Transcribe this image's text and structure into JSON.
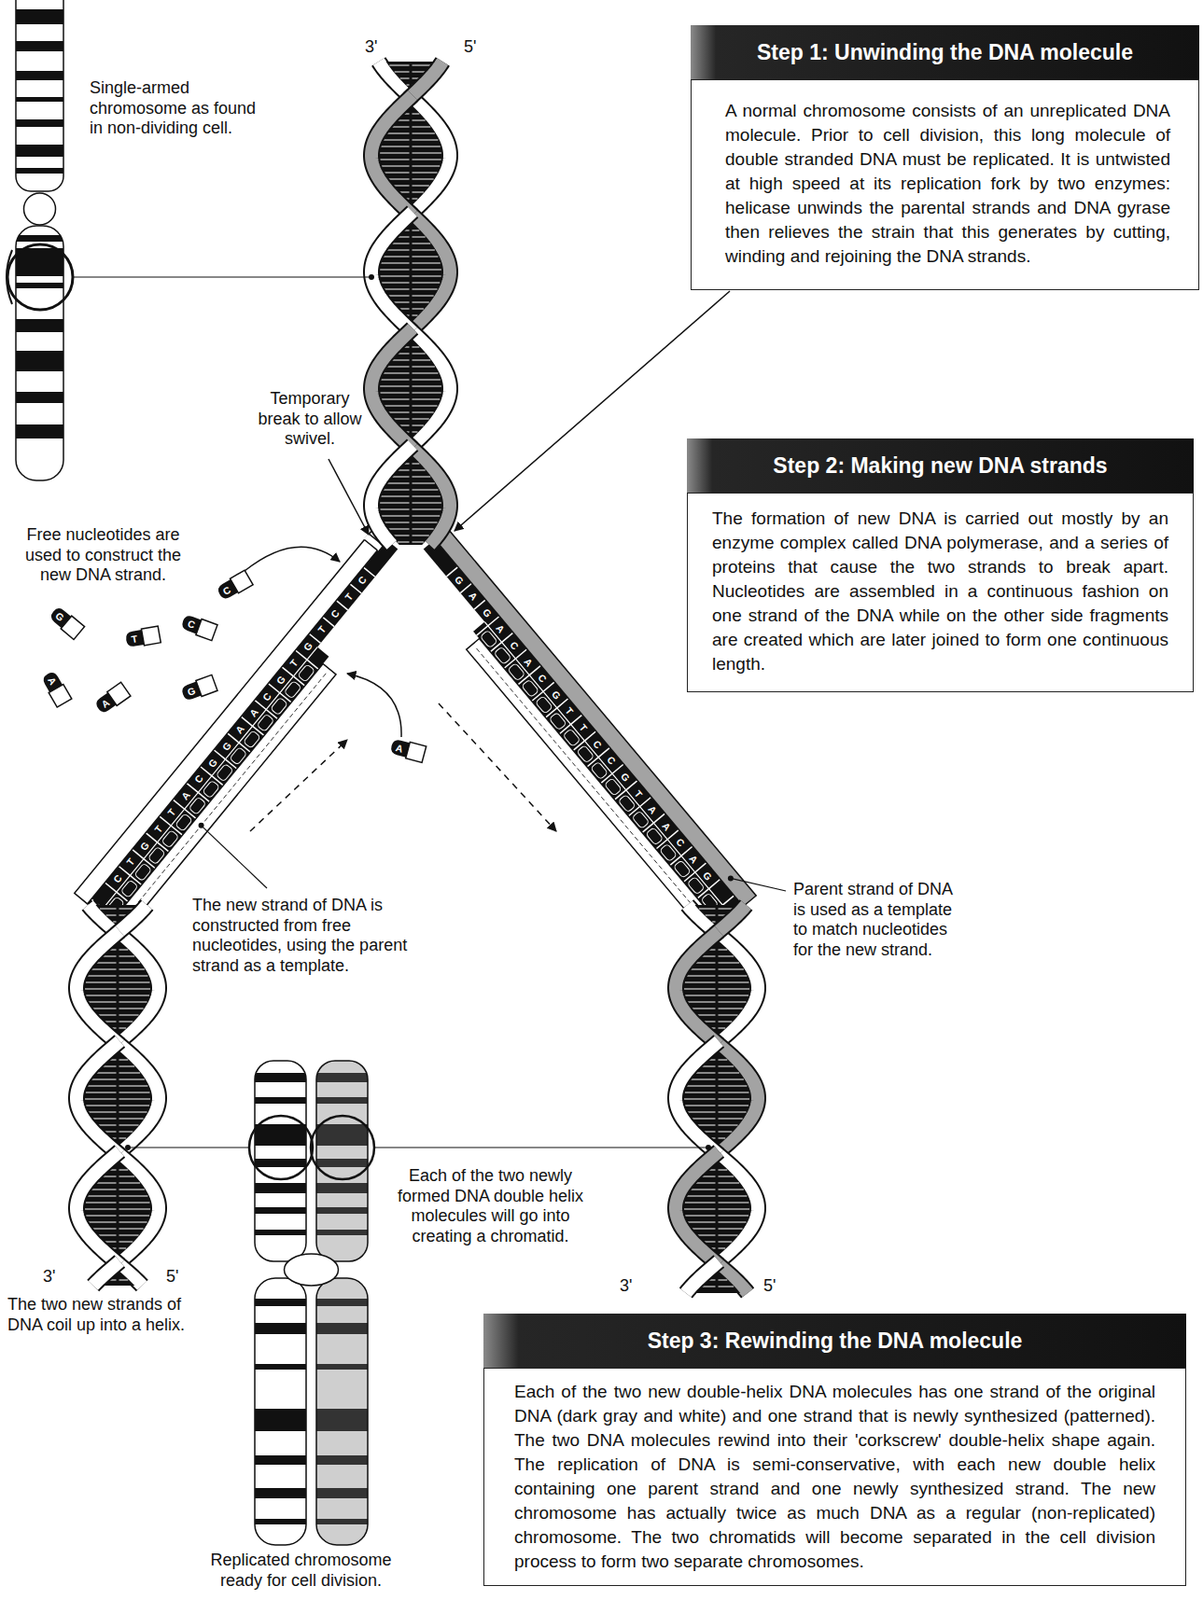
{
  "diagram": {
    "nodes": [
      {
        "text": [
          "Step 1: Unwinding the DNA molecule",
          "A normal chromosome consists of an unreplicated DNA molecule. Prior to cell division, this long molecule of double stranded DNA must be replicated. It is untwisted at high speed at its replication fork by two enzymes: helicase unwinds the parental strands and DNA gyrase then relieves the strain that this generates by cutting, winding and rejoining the DNA strands."
        ]
      },
      {
        "text": [
          "Step 2: Making new DNA strands",
          "The formation of new DNA is carried out mostly by an enzyme complex called DNA polymerase, and a series of proteins that cause the two strands to break apart. Nucleotides are assembled in a continuous fashion on one strand of the DNA while on the other side fragments are created which are later joined to form one continuous length."
        ]
      },
      {
        "text": [
          "Step 3: Rewinding the DNA molecule",
          "Each of the two new double-helix DNA molecules has one strand of the original DNA (dark gray and white) and one strand that is newly synthesized (patterned). The two DNA molecules rewind into their 'corkscrew' double-helix shape again. The replication of DNA is semi-conservative, with each new double helix containing one parent strand and one newly synthesized strand. The new chromosome has actually twice as much DNA as a regular (non-replicated) chromosome. The two chromatids will become separated in the cell division process to form two separate chromosomes."
        ]
      }
    ],
    "labels": [
      "Single-armed chromosome as found in non-dividing cell.",
      "3'",
      "5'",
      "Temporary break to allow swivel.",
      "Free nucleotides are used to construct the new DNA strand.",
      "C",
      "G",
      "T",
      "C",
      "G",
      "A",
      "A",
      "A",
      "C",
      "T",
      "C",
      "T",
      "G",
      "T",
      "G",
      "C",
      "A",
      "A",
      "G",
      "G",
      "C",
      "A",
      "T",
      "T",
      "G",
      "T",
      "C",
      "G",
      "A",
      "G",
      "A",
      "C",
      "A",
      "C",
      "G",
      "T",
      "T",
      "C",
      "C",
      "G",
      "T",
      "A",
      "A",
      "C",
      "A",
      "G",
      "The new strand of DNA is constructed from free nucleotides, using the parent strand as a template.",
      "Parent strand of DNA is used as a template to match nucleotides for the new strand.",
      "Each of the two newly formed DNA double helix molecules will go into creating a chromatid.",
      "3'",
      "5'",
      "3'",
      "5'",
      "The two new strands of DNA coil up into a helix.",
      "Replicated chromosome ready for cell division."
    ]
  }
}
